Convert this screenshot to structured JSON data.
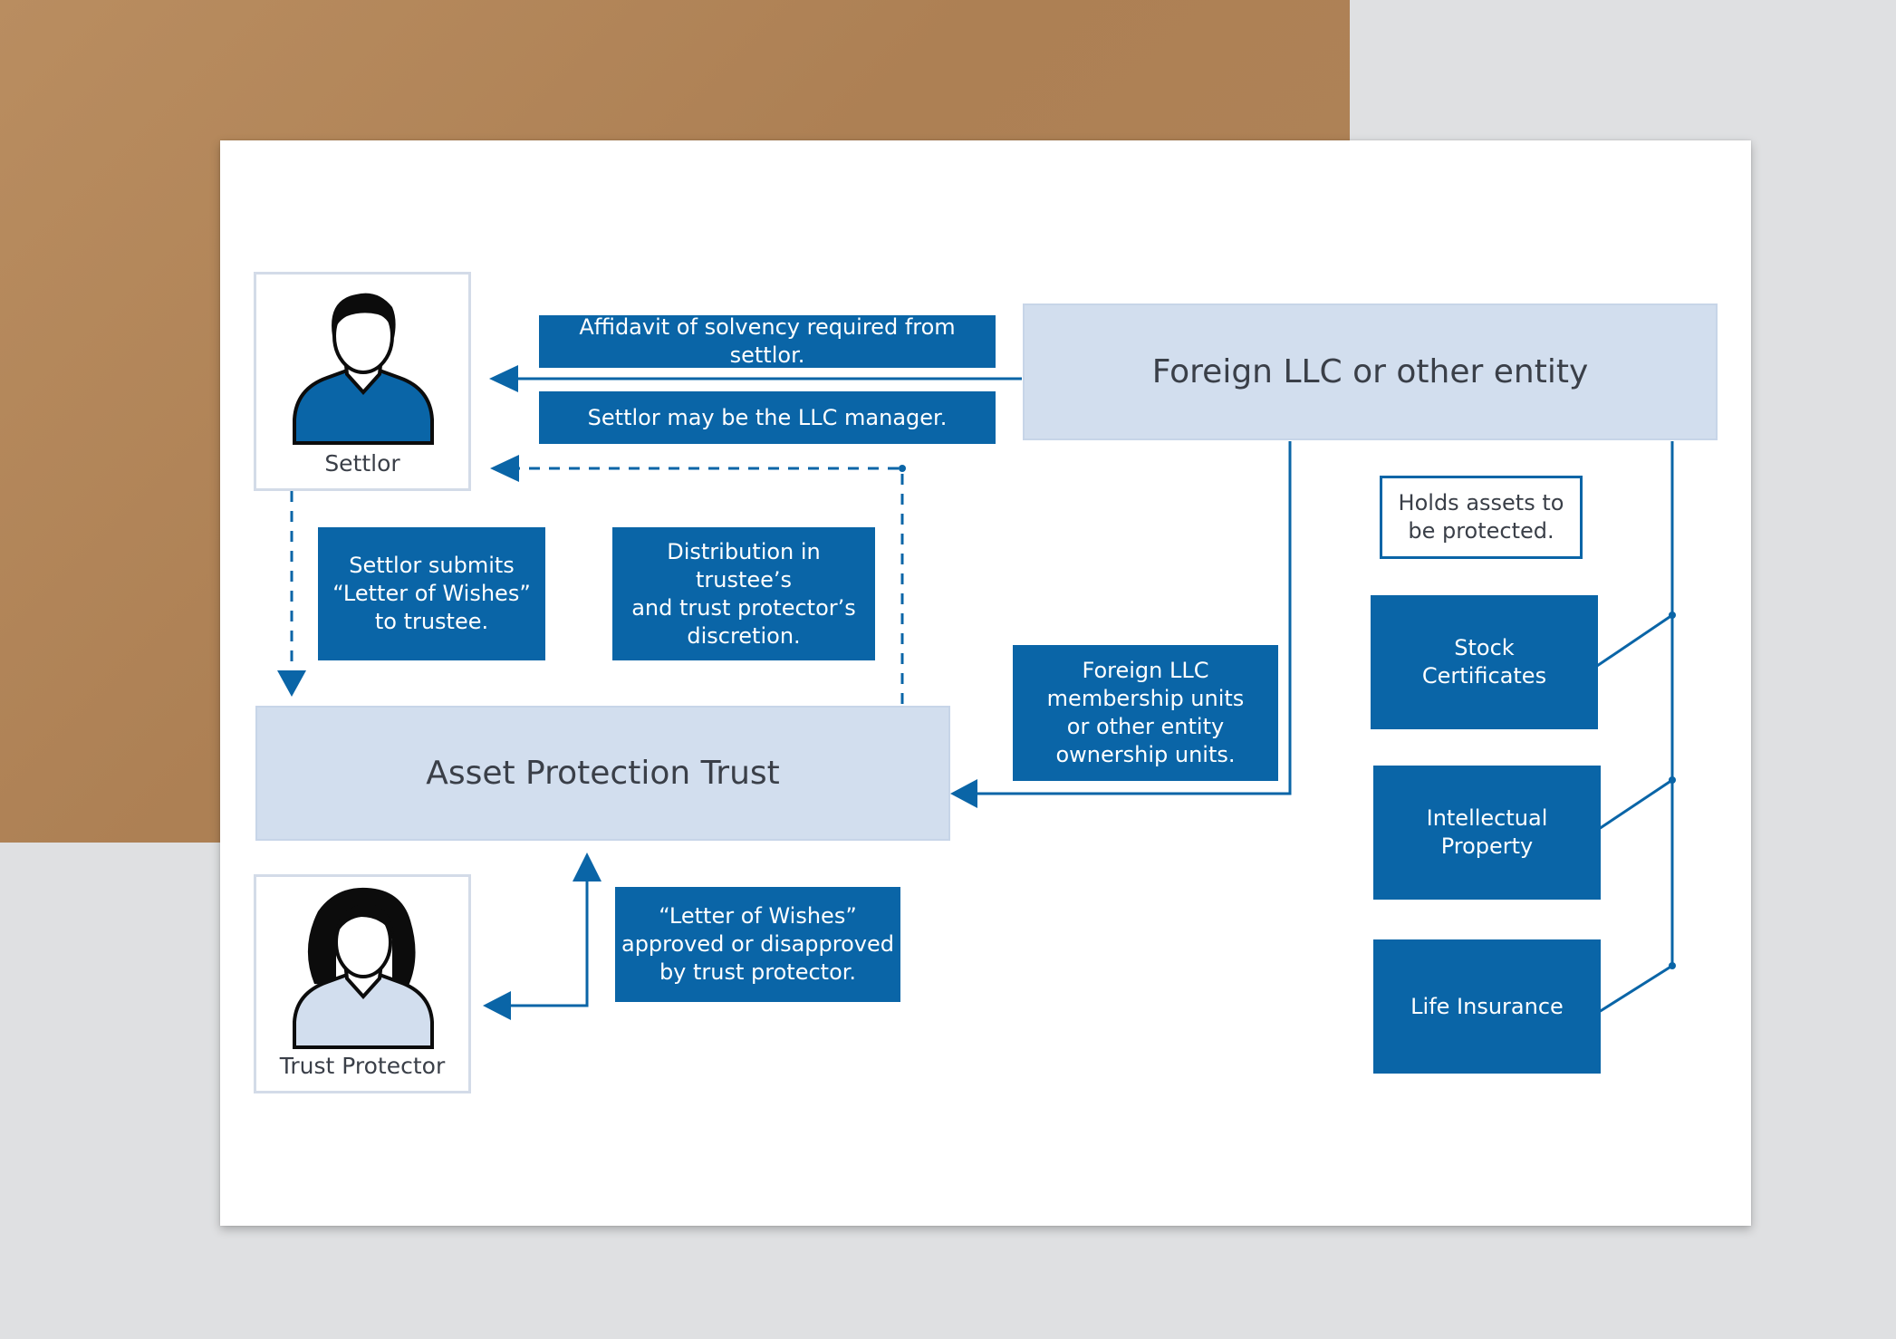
{
  "people": {
    "settlor": "Settlor",
    "trust_protector": "Trust Protector"
  },
  "entities": {
    "foreign_llc": "Foreign LLC or other entity",
    "asset_protection_trust": "Asset Protection Trust"
  },
  "notes": {
    "affidavit": "Affidavit of solvency required from settlor.",
    "llc_manager": "Settlor may be the LLC manager.",
    "letter_submit": "Settlor submits\n“Letter of Wishes”\nto trustee.",
    "distribution": "Distribution in trustee’s\nand trust protector’s\ndiscretion.",
    "membership_units": "Foreign LLC\nmembership units\nor other entity\nownership units.",
    "letter_approval": "“Letter of Wishes”\napproved or disapproved\nby trust protector.",
    "holds_assets": "Holds assets to\nbe protected."
  },
  "assets": [
    "Stock\nCertificates",
    "Intellectual\nProperty",
    "Life Insurance"
  ],
  "colors": {
    "primary_blue": "#0a65a7",
    "light_blue": "#d2deee",
    "card": "#ffffff",
    "kraft": "#b08459"
  },
  "icons": {
    "settlor": "male-person-icon",
    "trust_protector": "female-person-icon"
  }
}
